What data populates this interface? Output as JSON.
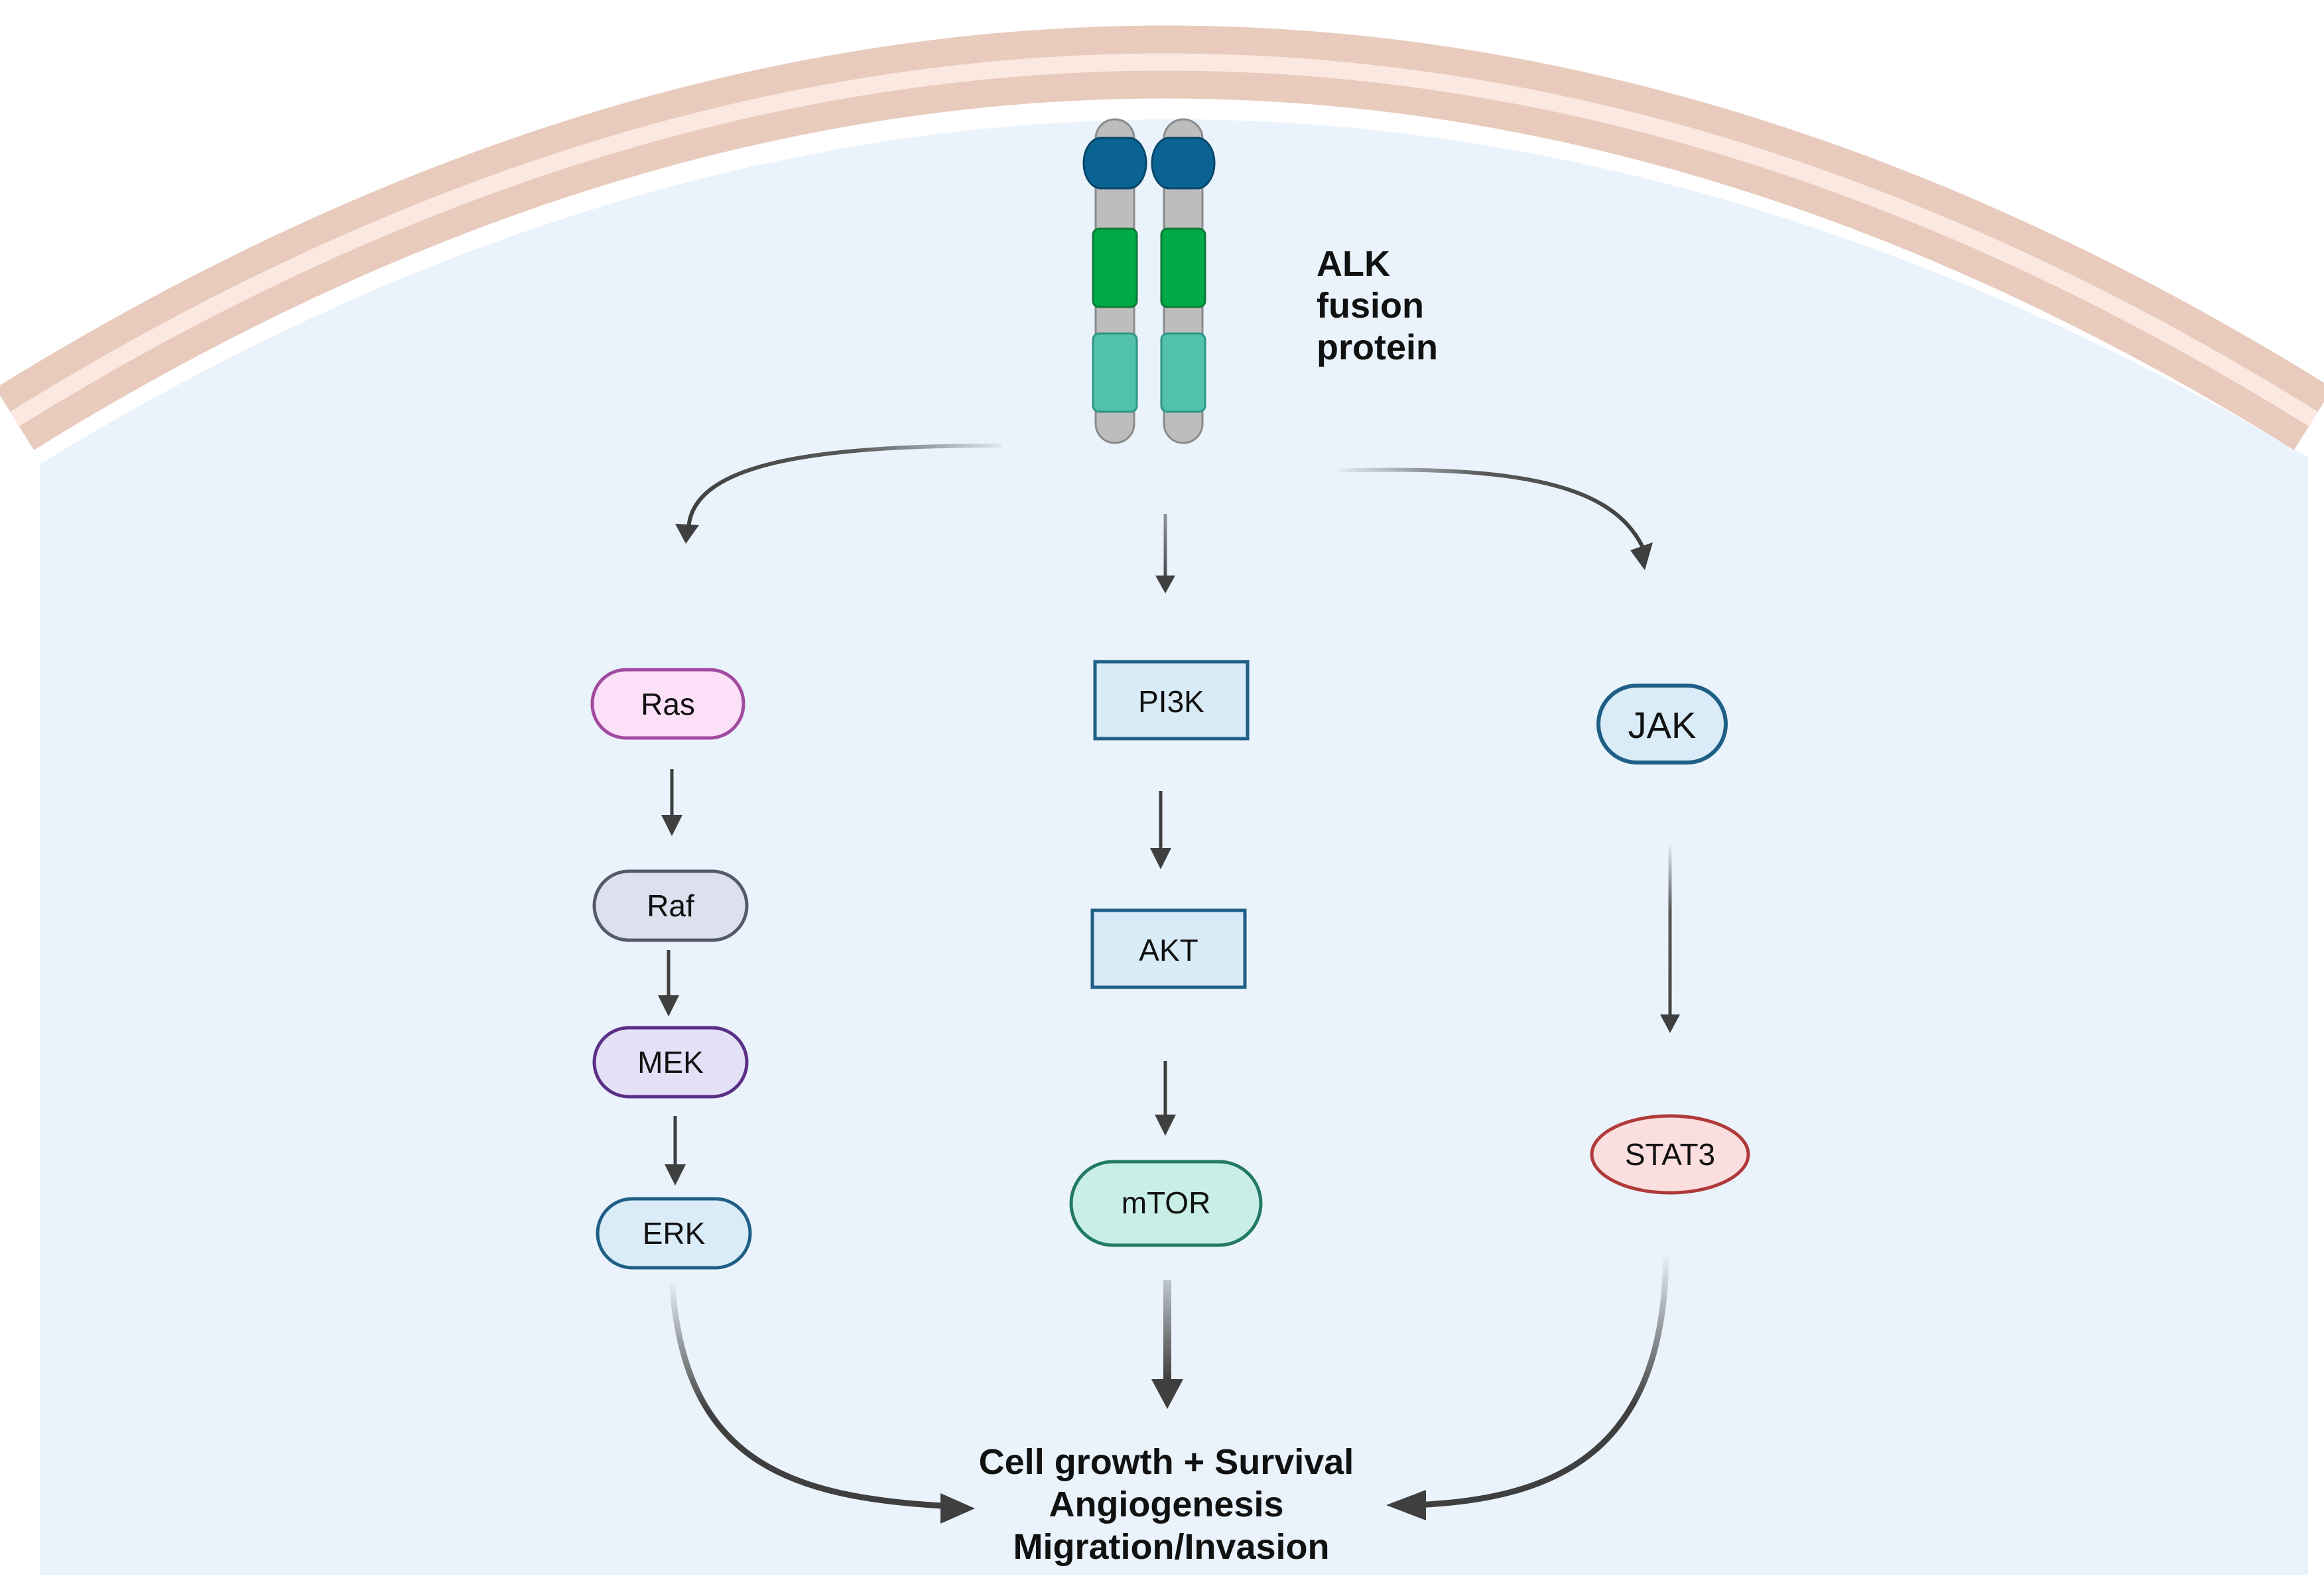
{
  "receptor": {
    "label_lines": [
      "ALK",
      "fusion",
      "protein"
    ]
  },
  "pathways": {
    "mapk": {
      "nodes": [
        "Ras",
        "Raf",
        "MEK",
        "ERK"
      ]
    },
    "pi3k": {
      "nodes": [
        "PI3K",
        "AKT",
        "mTOR"
      ]
    },
    "jak_stat": {
      "nodes": [
        "JAK",
        "STAT3"
      ]
    }
  },
  "outcome": {
    "lines": [
      "Cell growth + Survival",
      "Angiogenesis",
      "Migration/Invasion"
    ]
  },
  "colors": {
    "cytoplasm": "#eaf3fc",
    "membrane_outer": "#e8cbbd",
    "membrane_inner": "#fbe8e0",
    "arrow": "#3f3f3f",
    "ras": "#fbe0f7",
    "raf": "#dde0ef",
    "mek": "#e4e0f5",
    "erk": "#d9ecf8",
    "pi3k": "#d8ebf7",
    "mtor": "#c9eee5",
    "jak": "#d9ecf8",
    "stat3": "#fbdede"
  }
}
